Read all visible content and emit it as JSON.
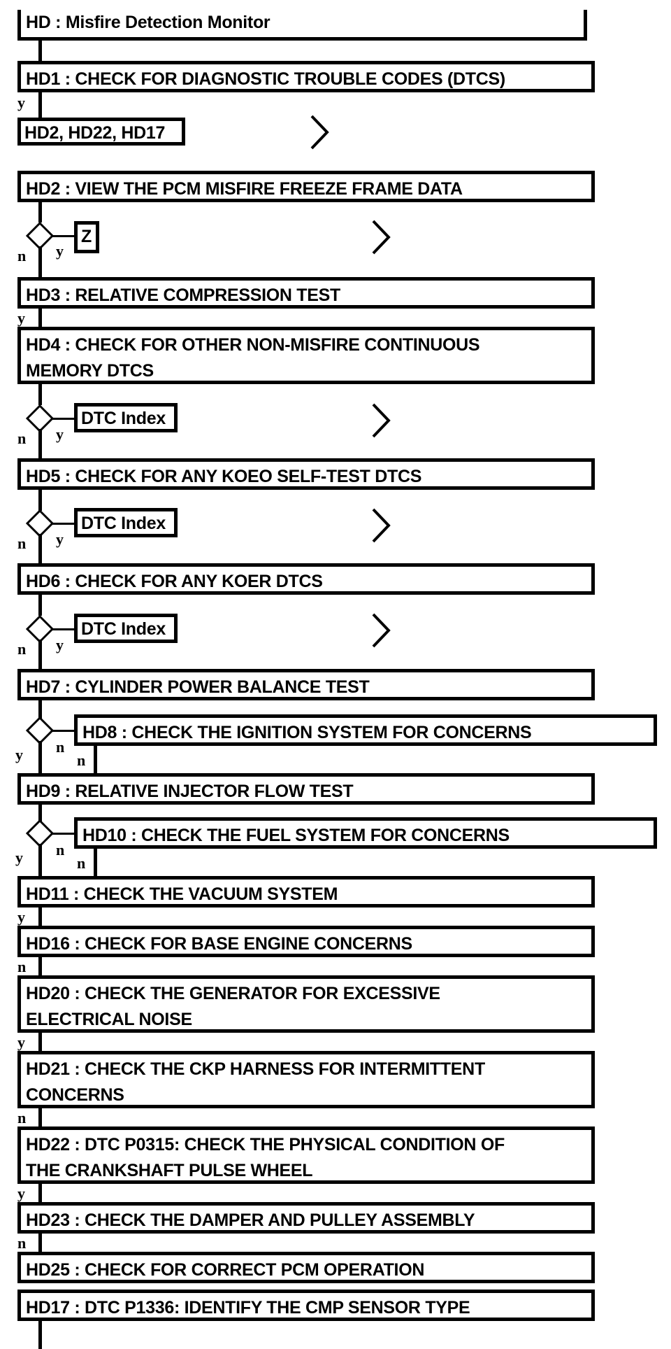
{
  "diagram": {
    "title": "HD : Misfire Detection Monitor",
    "type": "flowchart",
    "description": "Ford PCM Misfire Detection Monitor diagnostic flowchart"
  },
  "nodes": {
    "title": {
      "label": "HD : Misfire Detection Monitor"
    },
    "hd1": {
      "label": "HD1 : CHECK FOR DIAGNOSTIC TROUBLE CODES (DTCS)"
    },
    "hd2_ref": {
      "label": "HD2, HD22, HD17"
    },
    "hd2": {
      "label": "HD2 : VIEW THE PCM MISFIRE FREEZE FRAME DATA"
    },
    "z_ref": {
      "label": "Z"
    },
    "hd3": {
      "label": "HD3 : RELATIVE COMPRESSION TEST"
    },
    "hd4": {
      "label": "HD4 : CHECK FOR OTHER NON-MISFIRE CONTINUOUS\nMEMORY DTCS"
    },
    "dtc_index_1": {
      "label": "DTC Index"
    },
    "hd5": {
      "label": "HD5 : CHECK FOR ANY KOEO SELF-TEST DTCS"
    },
    "dtc_index_2": {
      "label": "DTC Index"
    },
    "hd6": {
      "label": "HD6 : CHECK FOR ANY KOER DTCS"
    },
    "dtc_index_3": {
      "label": "DTC Index"
    },
    "hd7": {
      "label": "HD7 : CYLINDER POWER BALANCE TEST"
    },
    "hd8": {
      "label": "HD8 : CHECK THE IGNITION SYSTEM FOR CONCERNS"
    },
    "hd9": {
      "label": "HD9 : RELATIVE INJECTOR FLOW TEST"
    },
    "hd10": {
      "label": "HD10 : CHECK THE FUEL SYSTEM FOR CONCERNS"
    },
    "hd11": {
      "label": "HD11 : CHECK THE VACUUM SYSTEM"
    },
    "hd16": {
      "label": "HD16 : CHECK FOR BASE ENGINE CONCERNS"
    },
    "hd20": {
      "label": "HD20 : CHECK THE GENERATOR FOR EXCESSIVE\nELECTRICAL NOISE"
    },
    "hd21": {
      "label": "HD21 : CHECK THE CKP HARNESS FOR INTERMITTENT\nCONCERNS"
    },
    "hd22": {
      "label": "HD22 : DTC P0315: CHECK THE PHYSICAL CONDITION OF\nTHE CRANKSHAFT PULSE WHEEL"
    },
    "hd23": {
      "label": "HD23 : CHECK THE DAMPER AND PULLEY ASSEMBLY"
    },
    "hd25": {
      "label": "HD25 : CHECK FOR CORRECT PCM OPERATION"
    },
    "hd17": {
      "label": "HD17 : DTC P1336: IDENTIFY THE CMP SENSOR TYPE"
    }
  },
  "branch_labels": {
    "hd1_yes": "y",
    "d1_no": "n",
    "d1_yes": "y",
    "hd3_yes": "y",
    "d2_no": "n",
    "d2_yes": "y",
    "d3_no": "n",
    "d3_yes": "y",
    "d4_no": "n",
    "d4_yes": "y",
    "d5_yes": "y",
    "d5_no": "n",
    "hd8_no": "n",
    "d6_yes": "y",
    "d6_no": "n",
    "hd10_no": "n",
    "hd11_yes": "y",
    "hd16_no": "n",
    "hd20_yes": "y",
    "hd21_no": "n",
    "hd22_yes": "y",
    "hd23_no": "n"
  },
  "style": {
    "line_color": "#000000",
    "box_fill": "#ffffff",
    "background": "#ffffff"
  }
}
